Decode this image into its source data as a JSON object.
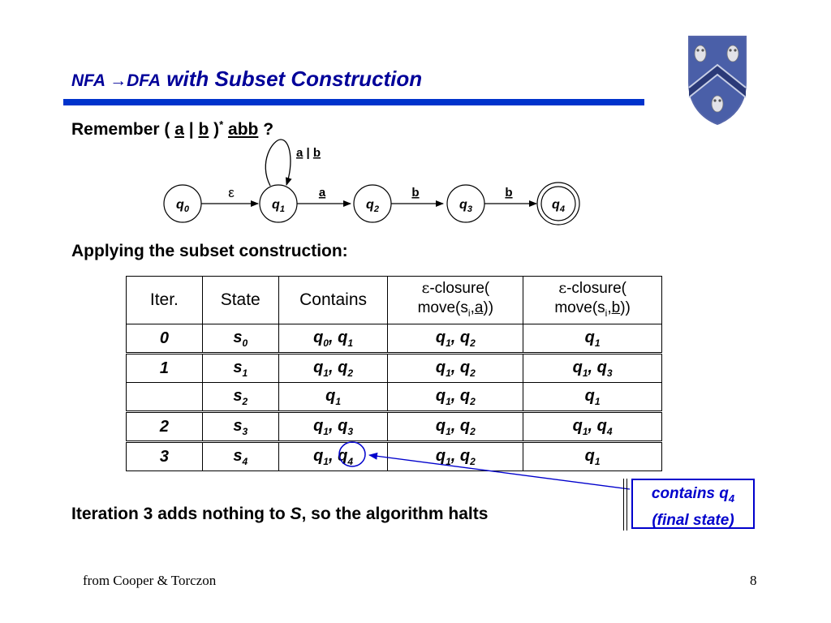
{
  "title": {
    "nfa": "NFA ",
    "arrow": "→",
    "dfa": "DFA",
    "rest": " with Subset Construction"
  },
  "remember": {
    "prefix": "Remember ( ",
    "a": "a",
    "bar": " | ",
    "b": "b",
    "close": " )",
    "star": "*",
    "space": " ",
    "abb": "abb",
    "suffix": " ?"
  },
  "nfa": {
    "states": [
      "q",
      "q",
      "q",
      "q",
      "q"
    ],
    "subs": [
      "0",
      "1",
      "2",
      "3",
      "4"
    ],
    "edges": [
      "ε",
      "a",
      "b",
      "b"
    ],
    "loop_a": "a",
    "loop_sep": " | ",
    "loop_b": "b"
  },
  "heading2": "Applying the subset construction:",
  "table": {
    "headers": {
      "iter": "Iter.",
      "state": "State",
      "contains": "Contains",
      "eps": "ε",
      "closure": "-closure(",
      "move": "move(s",
      "sub_i": "i",
      "comma": ",",
      "a": "a",
      "b": "b",
      "end": "))"
    },
    "rows": [
      {
        "iter": "0",
        "state": "s",
        "state_sub": "0",
        "contains": [
          [
            "q",
            "0"
          ],
          [
            "q",
            "1"
          ]
        ],
        "move_a": [
          [
            "q",
            "1"
          ],
          [
            "q",
            "2"
          ]
        ],
        "move_b": [
          [
            "q",
            "1"
          ]
        ]
      },
      {
        "iter": "1",
        "state": "s",
        "state_sub": "1",
        "contains": [
          [
            "q",
            "1"
          ],
          [
            "q",
            "2"
          ]
        ],
        "move_a": [
          [
            "q",
            "1"
          ],
          [
            "q",
            "2"
          ]
        ],
        "move_b": [
          [
            "q",
            "1"
          ],
          [
            "q",
            "3"
          ]
        ]
      },
      {
        "iter": "",
        "state": "s",
        "state_sub": "2",
        "contains": [
          [
            "q",
            "1"
          ]
        ],
        "move_a": [
          [
            "q",
            "1"
          ],
          [
            "q",
            "2"
          ]
        ],
        "move_b": [
          [
            "q",
            "1"
          ]
        ]
      },
      {
        "iter": "2",
        "state": "s",
        "state_sub": "3",
        "contains": [
          [
            "q",
            "1"
          ],
          [
            "q",
            "3"
          ]
        ],
        "move_a": [
          [
            "q",
            "1"
          ],
          [
            "q",
            "2"
          ]
        ],
        "move_b": [
          [
            "q",
            "1"
          ],
          [
            "q",
            "4"
          ]
        ]
      },
      {
        "iter": "3",
        "state": "s",
        "state_sub": "4",
        "contains": [
          [
            "q",
            "1"
          ],
          [
            "q",
            "4"
          ]
        ],
        "move_a": [
          [
            "q",
            "1"
          ],
          [
            "q",
            "2"
          ]
        ],
        "move_b": [
          [
            "q",
            "1"
          ]
        ]
      }
    ]
  },
  "callout": {
    "line1": "contains q",
    "line1_sub": "4",
    "line2": "(final state)"
  },
  "halts": {
    "prefix": "Iteration 3 adds nothing to ",
    "s": "S",
    "suffix": ", so the algorithm halts"
  },
  "footer": {
    "source": "from Cooper & Torczon",
    "page": "8"
  },
  "colors": {
    "title": "#000099",
    "rule": "#0033cc",
    "callout": "#0000cc",
    "crest": "#4a5fa8"
  }
}
